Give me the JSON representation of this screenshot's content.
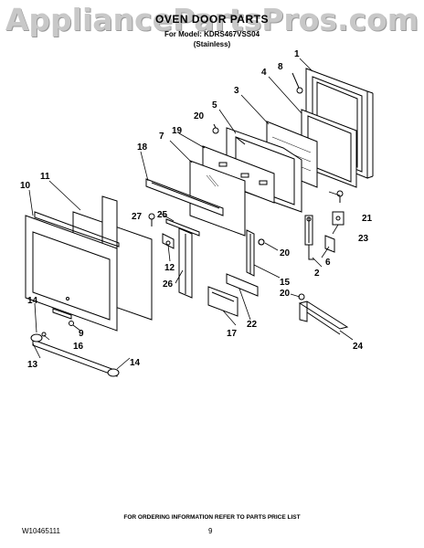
{
  "header": {
    "watermark": "AppliancePartsPros.com",
    "title": "OVEN DOOR PARTS",
    "model_line": "For Model: KDRS467VSS04",
    "variant": "(Stainless)"
  },
  "callouts": [
    {
      "id": "c1",
      "label": "1"
    },
    {
      "id": "c2",
      "label": "2"
    },
    {
      "id": "c3",
      "label": "3"
    },
    {
      "id": "c4",
      "label": "4"
    },
    {
      "id": "c5",
      "label": "5"
    },
    {
      "id": "c6",
      "label": "6"
    },
    {
      "id": "c7",
      "label": "7"
    },
    {
      "id": "c8",
      "label": "8"
    },
    {
      "id": "c9",
      "label": "9"
    },
    {
      "id": "c10",
      "label": "10"
    },
    {
      "id": "c11",
      "label": "11"
    },
    {
      "id": "c12",
      "label": "12"
    },
    {
      "id": "c13",
      "label": "13"
    },
    {
      "id": "c14a",
      "label": "14"
    },
    {
      "id": "c14b",
      "label": "14"
    },
    {
      "id": "c15",
      "label": "15"
    },
    {
      "id": "c16",
      "label": "16"
    },
    {
      "id": "c17",
      "label": "17"
    },
    {
      "id": "c18",
      "label": "18"
    },
    {
      "id": "c19",
      "label": "19"
    },
    {
      "id": "c20a",
      "label": "20"
    },
    {
      "id": "c20b",
      "label": "20"
    },
    {
      "id": "c20c",
      "label": "20"
    },
    {
      "id": "c21",
      "label": "21"
    },
    {
      "id": "c22",
      "label": "22"
    },
    {
      "id": "c23",
      "label": "23"
    },
    {
      "id": "c24",
      "label": "24"
    },
    {
      "id": "c25",
      "label": "25"
    },
    {
      "id": "c26",
      "label": "26"
    },
    {
      "id": "c27",
      "label": "27"
    }
  ],
  "footer": {
    "note": "FOR ORDERING INFORMATION REFER TO PARTS PRICE LIST",
    "doc_number": "W10465111",
    "page_number": "9"
  }
}
